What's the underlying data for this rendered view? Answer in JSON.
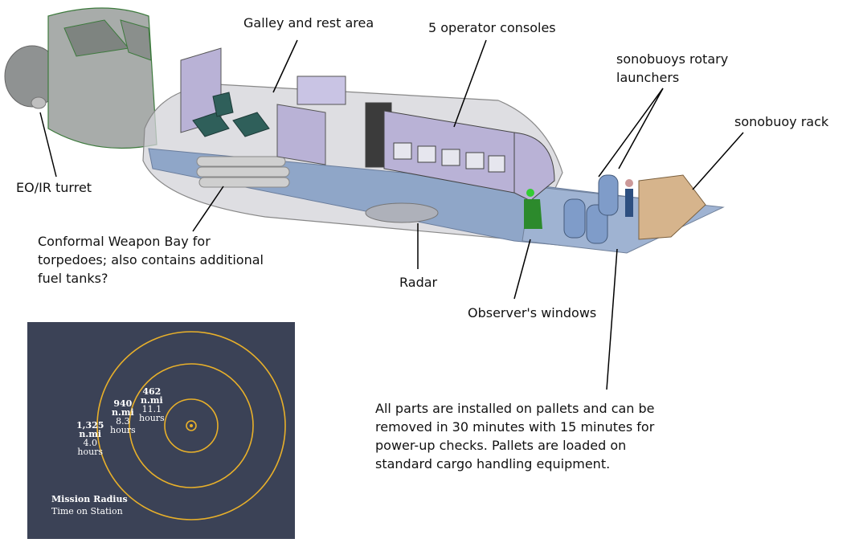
{
  "labels": {
    "galley": "Galley and rest area",
    "consoles": "5 operator consoles",
    "rotary": [
      "sonobuoys rotary",
      "launchers"
    ],
    "rack": "sonobuoy rack",
    "eo_ir": "EO/IR turret",
    "weapon_bay": [
      "Conformal Weapon Bay for",
      "torpedoes; also contains additional",
      "fuel tanks?"
    ],
    "radar": "Radar",
    "observer": "Observer's windows",
    "pallets": [
      "All parts are installed on pallets and can be",
      "removed in 30 minutes with 15 minutes for",
      "power-up checks. Pallets are loaded on",
      "standard cargo handling equipment."
    ]
  },
  "inset": {
    "rings": [
      {
        "distance": "462",
        "unit": "n.mi",
        "time": "11.1",
        "time_unit": "hours"
      },
      {
        "distance": "940",
        "unit": "n.mi",
        "time": "8.3",
        "time_unit": "hours"
      },
      {
        "distance": "1,325",
        "unit": "n.mi",
        "time": "4.0",
        "time_unit": "hours"
      }
    ],
    "title": "Mission Radius",
    "subtitle": "Time on Station"
  },
  "colors": {
    "ring": "#e8b02a",
    "inset_bg": "#3b4256",
    "fuselage": "#c9c9cf",
    "console": "#b9b2d6",
    "floor": "#8fa6c8"
  }
}
